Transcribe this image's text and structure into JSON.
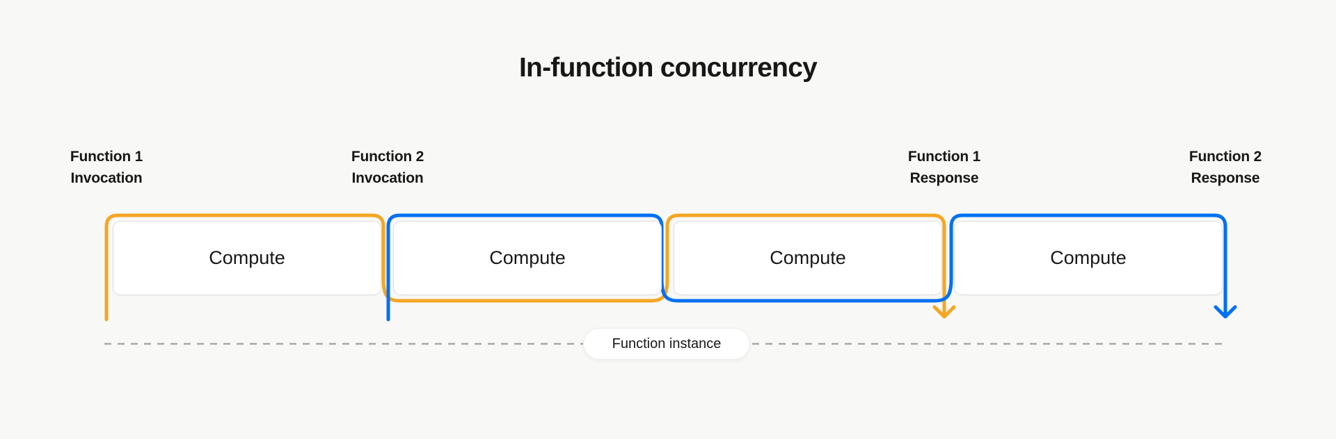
{
  "title": "In-function concurrency",
  "timeline_labels": [
    {
      "line1": "Function 1",
      "line2": "Invocation",
      "function": "Function 1",
      "color": "#F5A623"
    },
    {
      "line1": "Function 2",
      "line2": "Invocation",
      "function": "Function 2",
      "color": "#0070F3"
    },
    {
      "line1": "Function 1",
      "line2": "Response",
      "function": "Function 1",
      "color": "#F5A623"
    },
    {
      "line1": "Function 2",
      "line2": "Response",
      "function": "Function 2",
      "color": "#0070F3"
    }
  ],
  "compute_boxes": [
    {
      "label": "Compute"
    },
    {
      "label": "Compute"
    },
    {
      "label": "Compute"
    },
    {
      "label": "Compute"
    }
  ],
  "instance_pill": {
    "label": "Function instance"
  },
  "colors": {
    "function1": "#F5A623",
    "function2": "#0070F3",
    "dashed_line": "#A8A8A8",
    "text": "#171717",
    "background": "#F8F8F6",
    "box_border": "#DEDEDE"
  },
  "icons": {
    "function1_response_arrow": "arrow-down",
    "function2_response_arrow": "arrow-down"
  }
}
